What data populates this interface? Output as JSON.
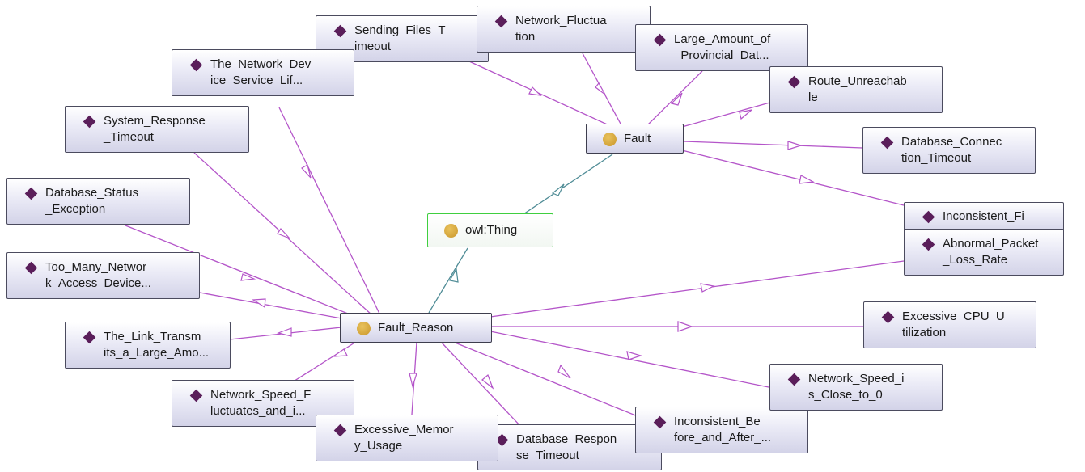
{
  "classes": {
    "thing": "owl:Thing",
    "fault": "Fault",
    "fault_reason": "Fault_Reason"
  },
  "fault_individuals": {
    "sending_files_timeout": "Sending_Files_T\nimeout",
    "network_fluctuation": "Network_Fluctua\ntion",
    "large_amount_provincial": "Large_Amount_of\n_Provincial_Dat...",
    "route_unreachable": "Route_Unreachab\nle",
    "database_connection_timeout": "Database_Connec\ntion_Timeout",
    "inconsistent_fi": "Inconsistent_Fi"
  },
  "reason_individuals": {
    "network_device_service_life": "The_Network_Dev\nice_Service_Lif...",
    "system_response_timeout": "System_Response\n_Timeout",
    "database_status_exception": "Database_Status\n_Exception",
    "too_many_network_access": "Too_Many_Networ\nk_Access_Device...",
    "link_transmits_large": "The_Link_Transm\nits_a_Large_Amo...",
    "network_speed_fluctuates": "Network_Speed_F\nluctuates_and_i...",
    "excessive_memory_usage": "Excessive_Memor\ny_Usage",
    "database_response_timeout": "Database_Respon\nse_Timeout",
    "inconsistent_before_after": "Inconsistent_Be\nfore_and_After_...",
    "network_speed_close_zero": "Network_Speed_i\ns_Close_to_0",
    "excessive_cpu_utilization": "Excessive_CPU_U\ntilization",
    "abnormal_packet_loss": "Abnormal_Packet\n_Loss_Rate"
  },
  "icons": {
    "individual": "diamond-icon",
    "class": "circle-icon"
  },
  "colors": {
    "edge": "#b455c9",
    "subclass_edge": "#4f8c96",
    "individual_icon": "#5a1e5a",
    "class_icon": "#d4a53c",
    "thing_border": "#3fcf3f"
  }
}
